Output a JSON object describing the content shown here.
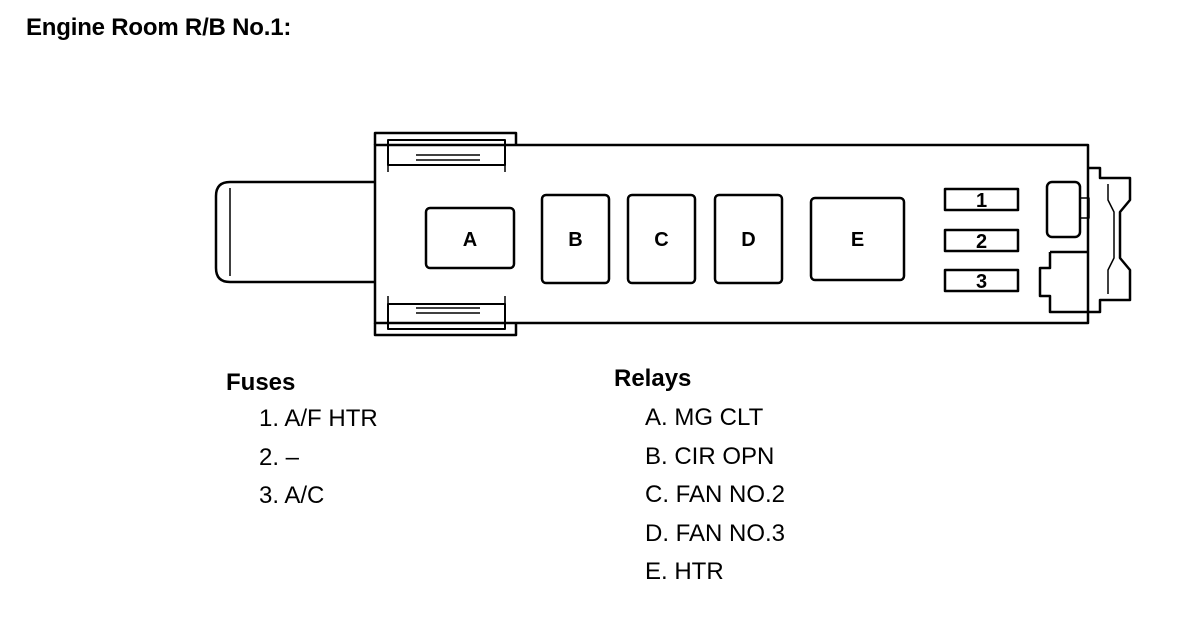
{
  "title": "Engine Room R/B No.1:",
  "relay_boxes": [
    "A",
    "B",
    "C",
    "D",
    "E"
  ],
  "fuse_slots": [
    "1",
    "2",
    "3"
  ],
  "fuses": {
    "heading": "Fuses",
    "items": [
      "1. A/F HTR",
      "2. –",
      "3. A/C"
    ]
  },
  "relays": {
    "heading": "Relays",
    "items": [
      "A. MG CLT",
      "B. CIR OPN",
      "C. FAN NO.2",
      "D. FAN NO.3",
      "E. HTR"
    ]
  }
}
